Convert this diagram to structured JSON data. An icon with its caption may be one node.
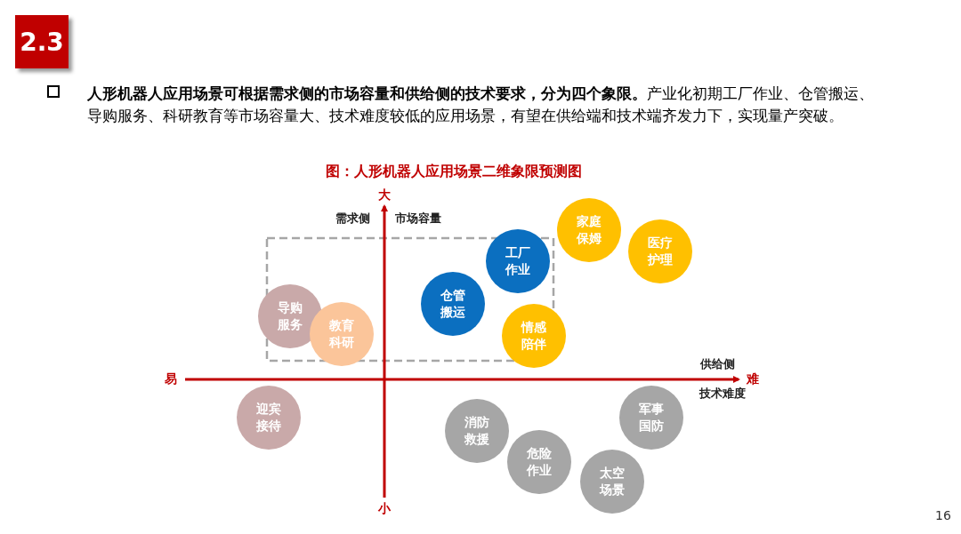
{
  "diagram": {
    "title": "图：人形机器人应用场景二维象限预测图",
    "nodes": [
      {
        "text": [
          "2.3"
        ]
      },
      {
        "text": [
          "家庭保姆"
        ]
      },
      {
        "text": [
          "医疗护理"
        ]
      },
      {
        "text": [
          "工厂作业"
        ]
      },
      {
        "text": [
          "仓管搬运"
        ]
      },
      {
        "text": [
          "导购服务"
        ]
      },
      {
        "text": [
          "教育科研"
        ]
      },
      {
        "text": [
          "情感陪伴"
        ]
      },
      {
        "text": [
          "迎宾接待"
        ]
      },
      {
        "text": [
          "军事国防"
        ]
      },
      {
        "text": [
          "消防救援"
        ]
      },
      {
        "text": [
          "危险作业"
        ]
      },
      {
        "text": [
          "太空场景"
        ]
      }
    ],
    "labels": [
      "**人形机器人应用场景可根据需求侧的市场容量和供给侧的技术要求，分为四个象限。**产业化初期工厂作业、仓管搬运、导购服务、科研教育等市场容量大、技术难度较低的应用场景，有望在供给端和技术端齐发力下，实现量产突破。",
      "大",
      "需求侧",
      "市场容量",
      "供给侧",
      "易",
      "难",
      "技术难度",
      "小",
      "16"
    ]
  }
}
